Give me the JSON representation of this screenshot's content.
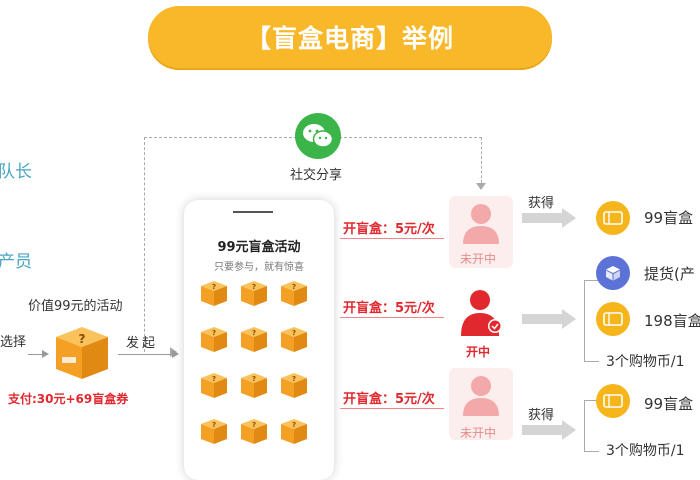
{
  "title": "【盲盒电商】举例",
  "roles": {
    "leader": "队长",
    "member": "产员"
  },
  "share": {
    "label": "社交分享"
  },
  "phone": {
    "title": "99元盲盒活动",
    "subtitle": "只要参与，就有惊喜",
    "box_count": 12
  },
  "left_box": {
    "price_label": "价值99元的活动",
    "select_label": "选择",
    "issue_label": "发起",
    "pay_label": "支付:30元+69盲盒券"
  },
  "open_actions": [
    {
      "label": "开盲盒：5元/次"
    },
    {
      "label": "开盲盒：5元/次"
    },
    {
      "label": "开盲盒：5元/次"
    }
  ],
  "persons": [
    {
      "status": "未开中",
      "active": false
    },
    {
      "status": "开中",
      "active": true
    },
    {
      "status": "未开中",
      "active": false
    }
  ],
  "rewards": {
    "top_get": "获得",
    "top_item": "99盲盒",
    "middle_pickup": "提货(产",
    "middle_item": "198盲盒",
    "middle_coins": "3个购物币/1",
    "bottom_get": "获得",
    "bottom_item": "99盲盒",
    "bottom_coins": "3个购物币/1"
  },
  "colors": {
    "banner": "#f8b82a",
    "accent_red": "#e0282e",
    "wechat_green": "#3bb54a",
    "box_orange": "#f4a024",
    "role_blue": "#4aa4c4"
  }
}
